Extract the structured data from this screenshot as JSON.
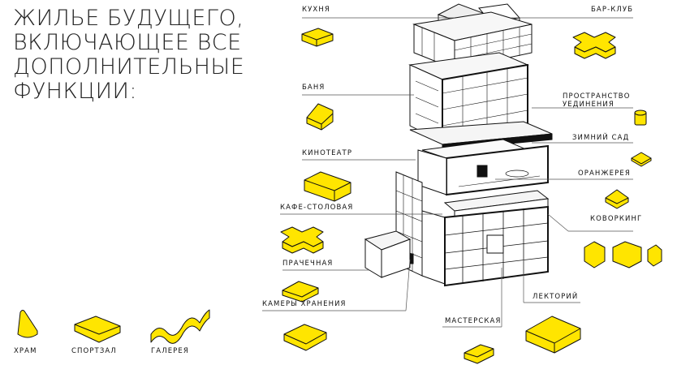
{
  "title": {
    "line1": "ЖИЛЬЕ БУДУЩЕГО,",
    "line2": "ВКЛЮЧАЮЩЕЕ ВСЕ",
    "line3": "ДОПОЛНИТЕЛЬНЫЕ",
    "line4": "ФУНКЦИИ:"
  },
  "labels": {
    "kitchen": "КУХНЯ",
    "bar_club": "БАР-КЛУБ",
    "bath": "БАНЯ",
    "solitude_1": "ПРОСТРАНСТВО",
    "solitude_2": "УЕДИНЕНИЯ",
    "winter_garden": "ЗИМНИЙ САД",
    "cinema": "КИНОТЕАТР",
    "orangery": "ОРАНЖЕРЕЯ",
    "cafe": "КАФЕ-СТОЛОВАЯ",
    "coworking": "КОВОРКИНГ",
    "laundry": "ПРАЧЕЧНАЯ",
    "storage": "КАМЕРЫ ХРАНЕНИЯ",
    "lecture": "ЛЕКТОРИЙ",
    "workshop": "МАСТЕРСКАЯ",
    "temple": "ХРАМ",
    "gym": "СПОРТЗАЛ",
    "gallery": "ГАЛЕРЕЯ"
  },
  "colors": {
    "accent": "#FFE500",
    "ink": "#111111",
    "leader": "#555555"
  }
}
